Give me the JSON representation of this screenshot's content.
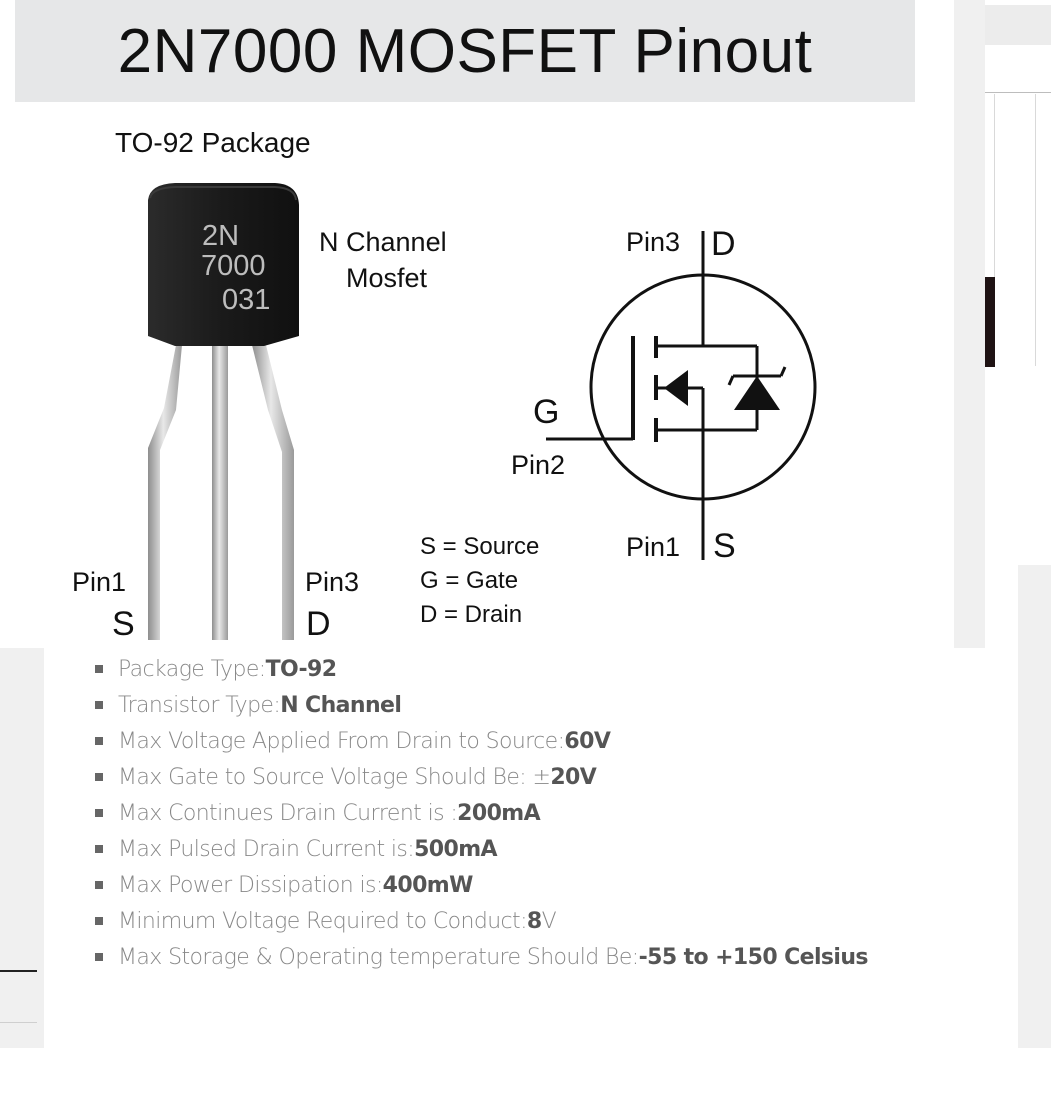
{
  "figure": {
    "title": "2N7000 MOSFET Pinout",
    "package_label": "TO-92 Package",
    "chip_marking": [
      "2N",
      "7000",
      "031"
    ],
    "channel_label": [
      "N Channel",
      "Mosfet"
    ],
    "package_pins": {
      "left_pin": "Pin1",
      "left_letter": "S",
      "right_pin": "Pin3",
      "right_letter": "D"
    },
    "symbol": {
      "drain_pin": "Pin3",
      "drain_letter": "D",
      "gate_letter": "G",
      "gate_pin": "Pin2",
      "source_pin": "Pin1",
      "source_letter": "S"
    },
    "legend": [
      "S = Source",
      "G = Gate",
      "D = Drain"
    ]
  },
  "specs": [
    {
      "label": "Package Type: ",
      "value": "TO-92",
      "suffix": ""
    },
    {
      "label": "Transistor Type: ",
      "value": "N Channel",
      "suffix": ""
    },
    {
      "label": "Max Voltage Applied From Drain to Source: ",
      "value": "60V",
      "suffix": ""
    },
    {
      "label": "Max Gate to Source Voltage Should Be: ±",
      "value": "20V",
      "suffix": ""
    },
    {
      "label": "Max Continues Drain Current is : ",
      "value": "200mA",
      "suffix": ""
    },
    {
      "label": "Max Pulsed Drain Current is: ",
      "value": "500mA",
      "suffix": ""
    },
    {
      "label": "Max Power Dissipation is: ",
      "value": "400mW",
      "suffix": ""
    },
    {
      "label": "Minimum Voltage Required to Conduct: ",
      "value": "8",
      "suffix": "V"
    },
    {
      "label": "Max Storage & Operating temperature Should Be: ",
      "value": "-55 to +150 Celsius",
      "suffix": ""
    }
  ],
  "colors": {
    "title_band": "#e6e7e8",
    "chip_body": "#1b1b1b",
    "chip_text": "#bdbdbd",
    "spec_text": "#888888",
    "spec_value": "#555555"
  }
}
